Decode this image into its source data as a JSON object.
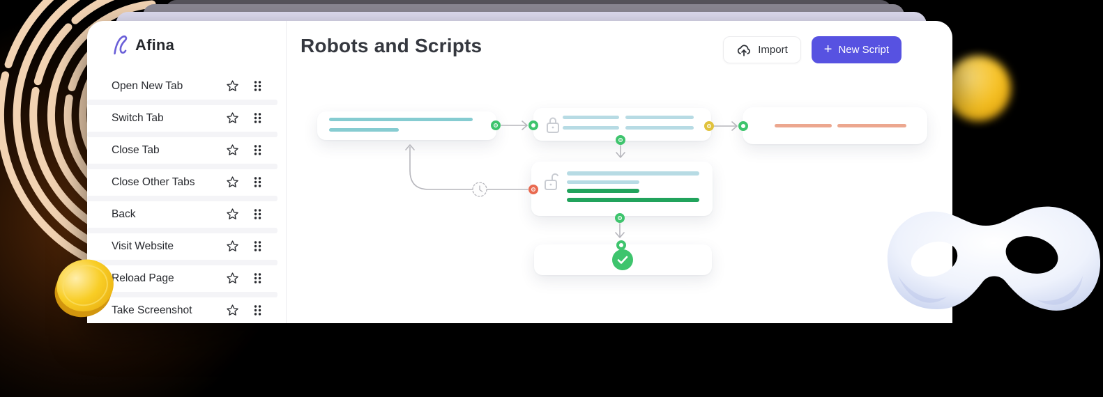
{
  "window": {
    "brand": {
      "name": "Afina",
      "logo_icon": "afina-logo-icon"
    },
    "sidebar": {
      "items": [
        {
          "label": "Open New Tab"
        },
        {
          "label": "Switch Tab"
        },
        {
          "label": "Close Tab"
        },
        {
          "label": "Close Other Tabs"
        },
        {
          "label": "Back"
        },
        {
          "label": "Visit Website"
        },
        {
          "label": "Reload Page"
        },
        {
          "label": "Take Screenshot"
        }
      ],
      "item_icons": [
        "favorite-star-icon",
        "drag-handle-icon"
      ]
    },
    "main": {
      "title": "Robots and Scripts",
      "toolbar": {
        "import_label": "Import",
        "import_icon": "cloud-upload-icon",
        "new_script_label": "New Script",
        "new_script_icon": "plus-icon"
      },
      "flow": {
        "nodes": [
          {
            "id": "node-1",
            "type": "skeleton-card",
            "accent": "teal",
            "lines": 2
          },
          {
            "id": "node-2",
            "type": "skeleton-card",
            "icon": "lock-closed-icon",
            "accent": "light-blue",
            "lines": 4
          },
          {
            "id": "node-3",
            "type": "skeleton-card",
            "accent": "salmon",
            "lines": 2
          },
          {
            "id": "node-4",
            "type": "skeleton-card",
            "icon": "lock-open-icon",
            "accent": "light-blue-green",
            "lines": 4
          },
          {
            "id": "node-5",
            "type": "success-card",
            "icon": "check-circle-icon"
          }
        ],
        "edges": [
          {
            "from": "node-1",
            "to": "node-2",
            "ports": [
              "green",
              "green"
            ]
          },
          {
            "from": "node-2",
            "to": "node-3",
            "ports": [
              "yellow",
              "green"
            ]
          },
          {
            "from": "node-2",
            "to": "node-4",
            "ports": [
              "green"
            ]
          },
          {
            "from": "node-4",
            "to": "node-5",
            "ports": [
              "green",
              "green"
            ]
          },
          {
            "from": "node-4",
            "to": "node-1",
            "ports": [
              "red"
            ],
            "icon": "timer-icon"
          }
        ]
      }
    }
  },
  "decorations": {
    "items": [
      "fingerprint-icon",
      "gold-coin",
      "blurred-gold-coin",
      "carnival-mask"
    ]
  },
  "colors": {
    "accent_purple": "#5752e1",
    "logo_purple": "#6a5fd8",
    "lavender": "#e4e2f7",
    "bar_mid": "#8b8894",
    "bar_dark": "#56535c",
    "text_dark": "#26282d",
    "teal": "#86ccd1",
    "light_blue": "#b7dbe4",
    "green_line": "#21a35c",
    "salmon": "#eca78f",
    "ring_green": "#3ec46d",
    "ring_yellow": "#e0c23c",
    "ring_red": "#e96a50",
    "edge_gray": "#b6b6bc",
    "fingerprint": "#f2d3b3",
    "coin_gold": "#f6c720"
  }
}
